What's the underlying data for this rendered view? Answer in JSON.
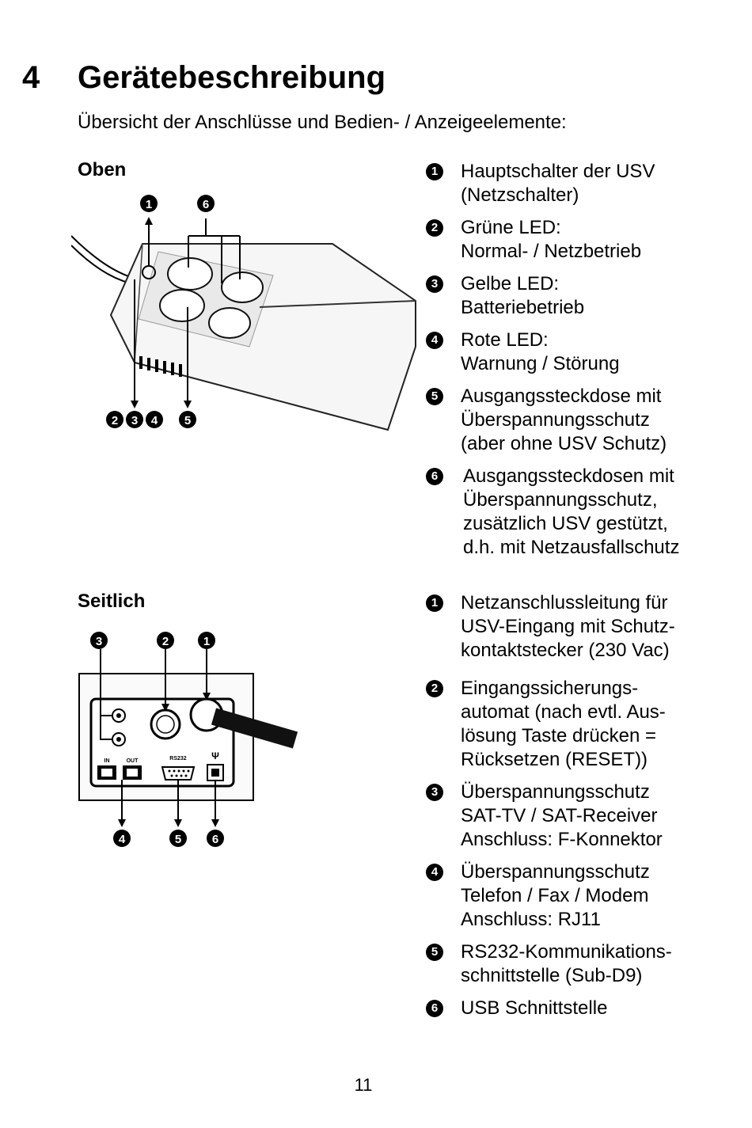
{
  "chapter": {
    "number": "4",
    "title": "Gerätebeschreibung"
  },
  "intro": "Übersicht der Anschlüsse und Bedien- / Anzeigeelemente:",
  "top_section": {
    "label": "Oben",
    "items": [
      {
        "marker": "1",
        "lines": [
          "Hauptschalter der USV",
          "(Netzschalter)"
        ]
      },
      {
        "marker": "2",
        "lines": [
          "Grüne LED:",
          "Normal- / Netzbetrieb"
        ]
      },
      {
        "marker": "3",
        "lines": [
          "Gelbe LED:",
          "Batteriebetrieb"
        ]
      },
      {
        "marker": "4",
        "lines": [
          "Rote LED:",
          "Warnung / Störung"
        ]
      },
      {
        "marker": "5",
        "lines": [
          "Ausgangssteckdose mit",
          "Überspannungsschutz",
          "(aber ohne USV Schutz)"
        ]
      },
      {
        "marker": "6",
        "lines": [
          "Ausgangssteckdosen mit",
          "Überspannungsschutz,",
          "zusätzlich USV gestützt,",
          "d.h. mit Netzausfallschutz"
        ]
      }
    ],
    "figure_markers": {
      "m1": "1",
      "m6": "6",
      "m234": [
        "2",
        "3",
        "4"
      ],
      "m5": "5"
    }
  },
  "side_section": {
    "label": "Seitlich",
    "items": [
      {
        "marker": "1",
        "lines": [
          "Netzanschlussleitung für",
          "USV-Eingang mit Schutz-",
          "kontaktstecker (230 Vac)"
        ]
      },
      {
        "marker": "2",
        "lines": [
          "Eingangssicherungs-",
          "automat (nach evtl. Aus-",
          "lösung Taste drücken =",
          "Rücksetzen (RESET))"
        ]
      },
      {
        "marker": "3",
        "lines": [
          "Überspannungsschutz",
          "SAT-TV / SAT-Receiver",
          "Anschluss: F-Konnektor"
        ]
      },
      {
        "marker": "4",
        "lines": [
          "Überspannungsschutz",
          "Telefon / Fax / Modem",
          "Anschluss: RJ11"
        ]
      },
      {
        "marker": "5",
        "lines": [
          "RS232-Kommunikations-",
          "schnittstelle (Sub-D9)"
        ]
      },
      {
        "marker": "6",
        "lines": [
          "USB Schnittstelle"
        ]
      }
    ],
    "figure_markers": {
      "top": [
        "3",
        "2",
        "1"
      ],
      "bottom": [
        "4",
        "5",
        "6"
      ]
    },
    "panel_labels": {
      "in": "IN",
      "out": "OUT",
      "rs232": "RS232",
      "usb": "Ψ"
    }
  },
  "page_number": "11"
}
